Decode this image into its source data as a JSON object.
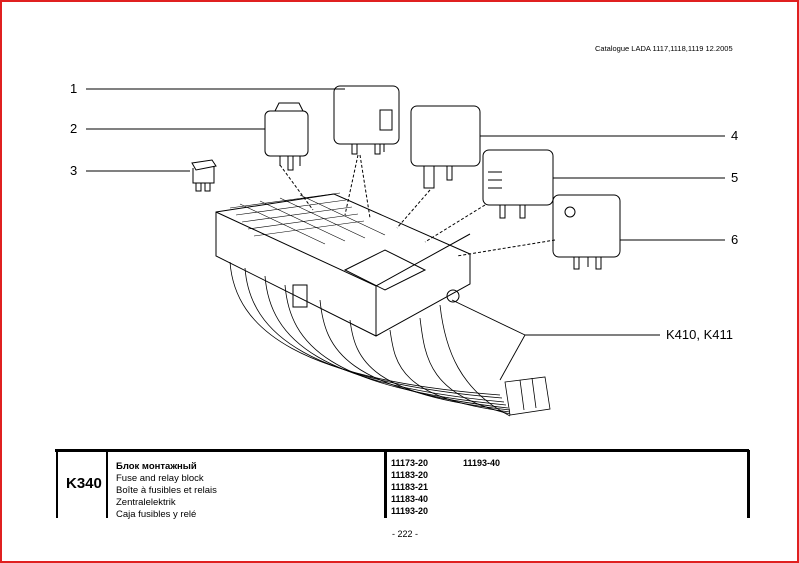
{
  "header": {
    "catalogue": "Catalogue LADA 1117,1118,1119   12.2005"
  },
  "callouts": [
    "1",
    "2",
    "3",
    "4",
    "5",
    "6",
    "K410, K411"
  ],
  "table": {
    "code": "K340",
    "descriptions": [
      "Блок монтажный",
      "Fuse and relay block",
      "Boîte à fusibles et relais",
      "Zentralelektrik",
      "Caja fusibles y relé"
    ],
    "models_col1": [
      "11173-20",
      "11183-20",
      "11183-21",
      "11183-40",
      "11193-20"
    ],
    "models_col2": [
      "11193-40"
    ]
  },
  "page_number": "- 222 -",
  "colors": {
    "frame": "#e02020"
  }
}
